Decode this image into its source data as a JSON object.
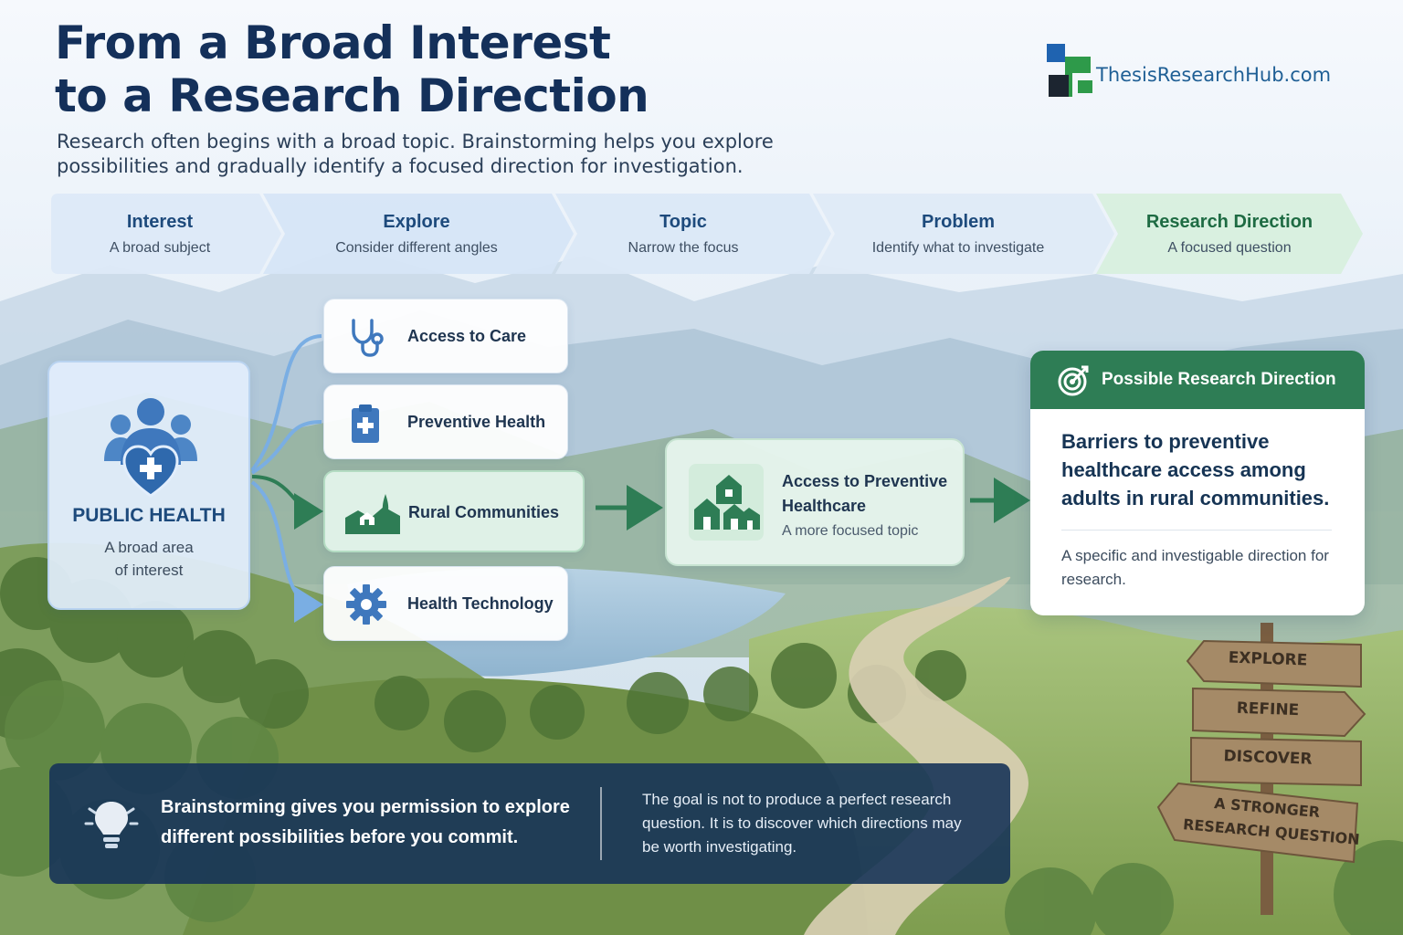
{
  "header": {
    "title_line1": "From a Broad Interest",
    "title_line2": "to a Research Direction",
    "subtitle_line1": "Research often begins with a broad topic. Brainstorming helps you explore",
    "subtitle_line2": "possibilities and gradually identify a focused direction for investigation."
  },
  "logo": {
    "text": "ThesisResearchHub.com"
  },
  "steps": [
    {
      "title": "Interest",
      "subtitle": "A broad subject"
    },
    {
      "title": "Explore",
      "subtitle": "Consider different angles"
    },
    {
      "title": "Topic",
      "subtitle": "Narrow the focus"
    },
    {
      "title": "Problem",
      "subtitle": "Identify what to investigate"
    },
    {
      "title": "Research Direction",
      "subtitle": "A focused question"
    }
  ],
  "interest_card": {
    "title": "PUBLIC HEALTH",
    "subtitle_line1": "A broad area",
    "subtitle_line2": "of interest",
    "icon": "people-heart-icon"
  },
  "branches": [
    {
      "label": "Access to Care",
      "icon": "stethoscope-icon"
    },
    {
      "label": "Preventive Health",
      "icon": "clipboard-plus-icon"
    },
    {
      "label": "Rural Communities",
      "icon": "rural-landscape-icon",
      "highlighted": true
    },
    {
      "label": "Health Technology",
      "icon": "gear-icon"
    }
  ],
  "focused_topic": {
    "title": "Access to Preventive Healthcare",
    "subtitle": "A more focused topic",
    "icon": "houses-icon"
  },
  "research_direction": {
    "header": "Possible Research Direction",
    "header_icon": "target-icon",
    "statement": "Barriers to preventive healthcare access among adults in rural communities.",
    "note": "A specific and investigable direction for research."
  },
  "callout": {
    "icon": "lightbulb-icon",
    "main": "Brainstorming gives you permission to explore different possibilities before you commit.",
    "side": "The goal is not to produce a perfect research question. It is to discover which directions may be worth investigating."
  },
  "signpost": {
    "explore": "EXPLORE",
    "refine": "REFINE",
    "discover": "DISCOVER",
    "stronger_line1": "A STRONGER",
    "stronger_line2": "RESEARCH QUESTION"
  },
  "colors": {
    "navy": "#14305a",
    "blue": "#1d4a7c",
    "green": "#2e7d55",
    "light_blue": "#e2eefc",
    "light_green": "#e2f4e9"
  }
}
